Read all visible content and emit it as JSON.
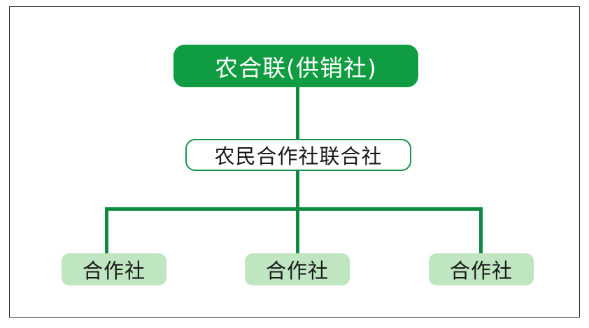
{
  "diagram": {
    "type": "organization-hierarchy",
    "levels": 3,
    "colors": {
      "root_fill": "#109C41",
      "root_text": "#ffffff",
      "union_fill": "#ffffff",
      "union_border": "#18924A",
      "union_text": "#17171a",
      "leaf_fill": "#BFE6C0",
      "leaf_text": "#17171a",
      "connector": "#0E8A40",
      "frame_border": "#2b2b2b"
    },
    "nodes": {
      "root": {
        "label": "农合联(供销社)"
      },
      "union": {
        "label": "农民合作社联合社"
      },
      "leaves": [
        {
          "label": "合作社"
        },
        {
          "label": "合作社"
        },
        {
          "label": "合作社"
        }
      ]
    },
    "connectors": [
      {
        "name": "root-to-union",
        "orientation": "vertical"
      },
      {
        "name": "union-to-bus",
        "orientation": "vertical"
      },
      {
        "name": "distribution-bus",
        "orientation": "horizontal"
      },
      {
        "name": "bus-to-leaf-1",
        "orientation": "vertical"
      },
      {
        "name": "bus-to-leaf-2",
        "orientation": "vertical"
      },
      {
        "name": "bus-to-leaf-3",
        "orientation": "vertical"
      }
    ]
  }
}
